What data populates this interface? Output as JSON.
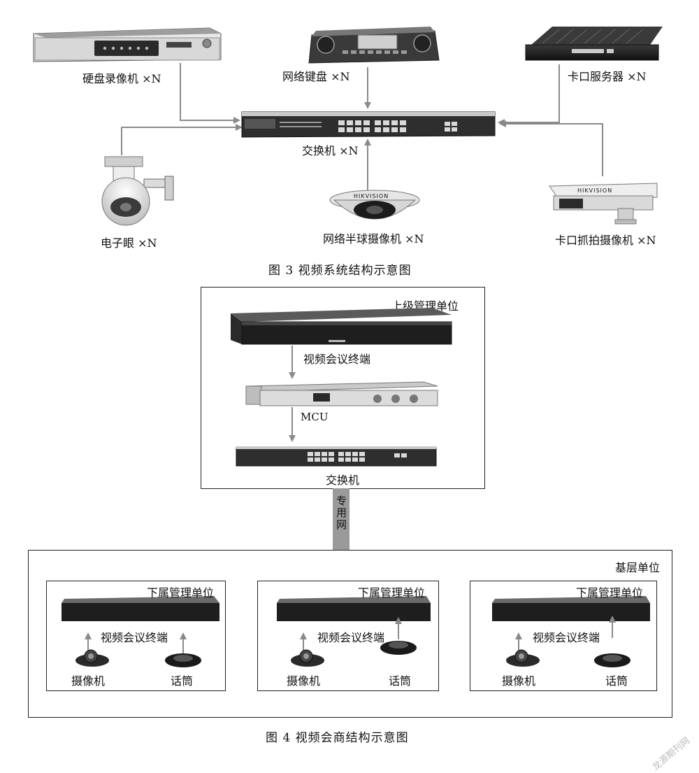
{
  "fig3": {
    "caption": "图 3   视频系统结构示意图",
    "nvr_label": "硬盘录像机 ×N",
    "keyboard_label": "网络键盘 ×N",
    "gate_server_label": "卡口服务器 ×N",
    "switch_label": "交换机 ×N",
    "ptz_label": "电子眼 ×N",
    "dome_label": "网络半球摄像机 ×N",
    "gate_camera_label": "卡口抓拍摄像机 ×N",
    "dome_brand": "HIKVISION",
    "gate_camera_brand": "HIKVISION"
  },
  "fig4": {
    "caption": "图 4   视频会商结构示意图",
    "upper_unit_title": "上级管理单位",
    "terminal_label": "视频会议终端",
    "mcu_label": "MCU",
    "switch_label": "交换机",
    "private_net_label": "专用网",
    "base_unit_title": "基层单位",
    "sub_units": [
      {
        "title": "下属管理单位",
        "terminal": "视频会议终端",
        "camera": "摄像机",
        "mic": "话筒"
      },
      {
        "title": "下属管理单位",
        "terminal": "视频会议终端",
        "camera": "摄像机",
        "mic": "话筒"
      },
      {
        "title": "下属管理单位",
        "terminal": "视频会议终端",
        "camera": "摄像机",
        "mic": "话筒"
      }
    ]
  },
  "watermark": "龙源期刊网",
  "colors": {
    "arrow": "#8a8a8a",
    "device_dark": "#2b2b2b",
    "device_mid": "#555555",
    "trunk": "#9a9a9a"
  }
}
